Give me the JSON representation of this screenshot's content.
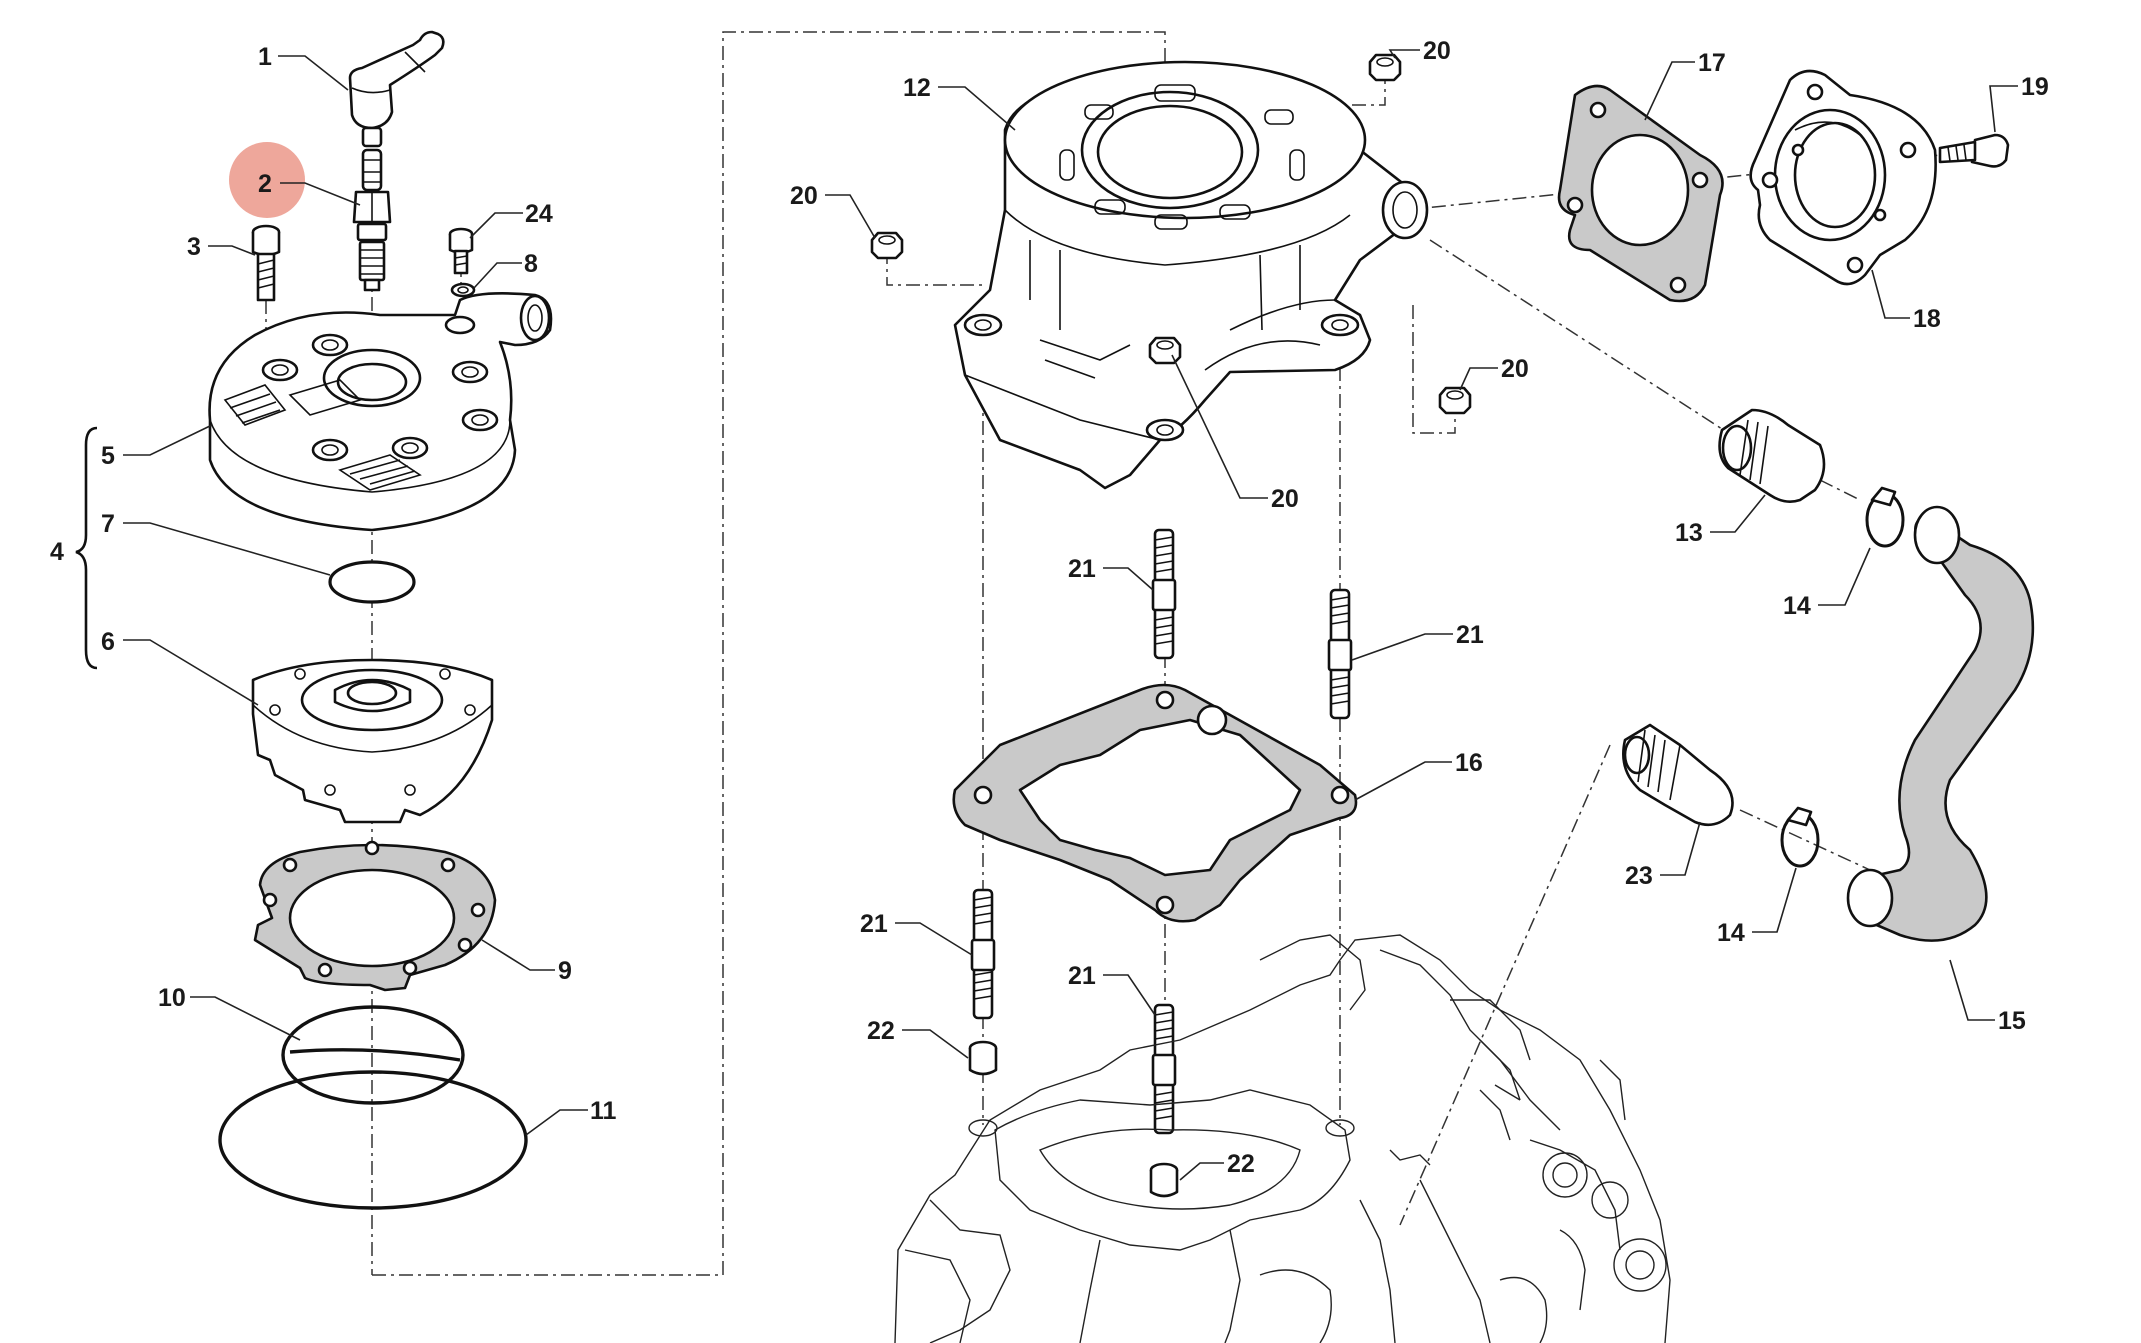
{
  "diagram": {
    "callouts": [
      {
        "id": "c1",
        "text": "1"
      },
      {
        "id": "c2",
        "text": "2"
      },
      {
        "id": "c3",
        "text": "3"
      },
      {
        "id": "c24",
        "text": "24"
      },
      {
        "id": "c8",
        "text": "8"
      },
      {
        "id": "c5",
        "text": "5"
      },
      {
        "id": "c4",
        "text": "4"
      },
      {
        "id": "c7",
        "text": "7"
      },
      {
        "id": "c6",
        "text": "6"
      },
      {
        "id": "c9",
        "text": "9"
      },
      {
        "id": "c10",
        "text": "10"
      },
      {
        "id": "c11",
        "text": "11"
      },
      {
        "id": "c12",
        "text": "12"
      },
      {
        "id": "c20a",
        "text": "20"
      },
      {
        "id": "c20b",
        "text": "20"
      },
      {
        "id": "c20c",
        "text": "20"
      },
      {
        "id": "c20d",
        "text": "20"
      },
      {
        "id": "c17",
        "text": "17"
      },
      {
        "id": "c19",
        "text": "19"
      },
      {
        "id": "c18",
        "text": "18"
      },
      {
        "id": "c13",
        "text": "13"
      },
      {
        "id": "c14a",
        "text": "14"
      },
      {
        "id": "c14b",
        "text": "14"
      },
      {
        "id": "c15",
        "text": "15"
      },
      {
        "id": "c21a",
        "text": "21"
      },
      {
        "id": "c21b",
        "text": "21"
      },
      {
        "id": "c21c",
        "text": "21"
      },
      {
        "id": "c21d",
        "text": "21"
      },
      {
        "id": "c16",
        "text": "16"
      },
      {
        "id": "c22a",
        "text": "22"
      },
      {
        "id": "c22b",
        "text": "22"
      },
      {
        "id": "c23",
        "text": "23"
      }
    ],
    "highlight": {
      "callout": "2",
      "color": "#e8897a"
    },
    "colors": {
      "line": "#111111",
      "gasket_fill": "#c9c9c9",
      "text": "#1a1a1a"
    }
  }
}
